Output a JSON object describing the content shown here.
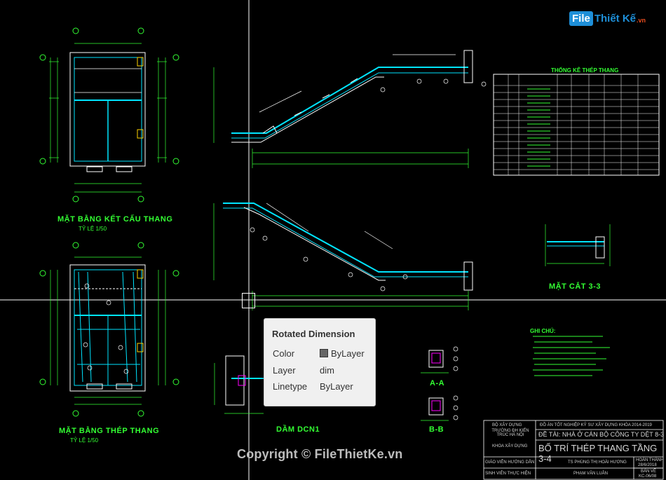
{
  "watermark": {
    "logo_box": "File",
    "logo_text": "Thiết Kế",
    "logo_domain": ".vn",
    "copyright": "Copyright © FileThietKe.vn"
  },
  "drawing": {
    "plan_title_1": "MẶT BẰNG KẾT CẤU THANG",
    "plan_scale_1": "TỶ LỆ 1/50",
    "plan_title_2": "MẶT BẰNG THÉP THANG",
    "plan_scale_2": "TỶ LỆ 1/50",
    "table_title": "THỐNG KÊ THÉP THANG",
    "section_33": "MẶT CẮT 3-3",
    "notes_title": "GHI CHÚ:",
    "beam_title": "DẦM DCN1",
    "section_aa": "A-A",
    "section_bb": "B-B"
  },
  "title_block": {
    "left_1": "BỘ XÂY DỰNG",
    "left_2": "TRƯỜNG ĐH KIẾN TRÚC HÀ NỘI",
    "left_3": "KHOA XÂY DỰNG",
    "project_header": "ĐỒ ÁN TỐT NGHIỆP KỸ SƯ XÂY DỰNG KHÓA 2014-2019",
    "project_name": "ĐỀ TÀI: NHÀ Ở CÁN BỘ CÔNG TY DỆT 8-3",
    "sheet_title": "BỐ TRÍ THÉP THANG TẦNG 3-4",
    "advisor_label": "GIÁO VIÊN HƯỚNG DẪN",
    "advisor_name": "TS PHÙNG THỊ HOÀI HƯƠNG",
    "student_label": "SINH VIÊN THỰC HIỆN",
    "student_name": "PHẠM VĂN LUÂN",
    "date_label": "HOÀN THÀNH",
    "date_value": "28/6/2018",
    "sheet_label": "BẢN VẼ",
    "sheet_no": "KC-06/08"
  },
  "properties_popup": {
    "title": "Rotated Dimension",
    "rows": [
      {
        "label": "Color",
        "value": "ByLayer",
        "swatch": true
      },
      {
        "label": "Layer",
        "value": "dim"
      },
      {
        "label": "Linetype",
        "value": "ByLayer"
      }
    ]
  },
  "colors": {
    "background": "#000000",
    "rebar": "#00e5ff",
    "dimension": "#33ff33",
    "annotation": "#ffffff",
    "hatch": "#ff00ff"
  }
}
